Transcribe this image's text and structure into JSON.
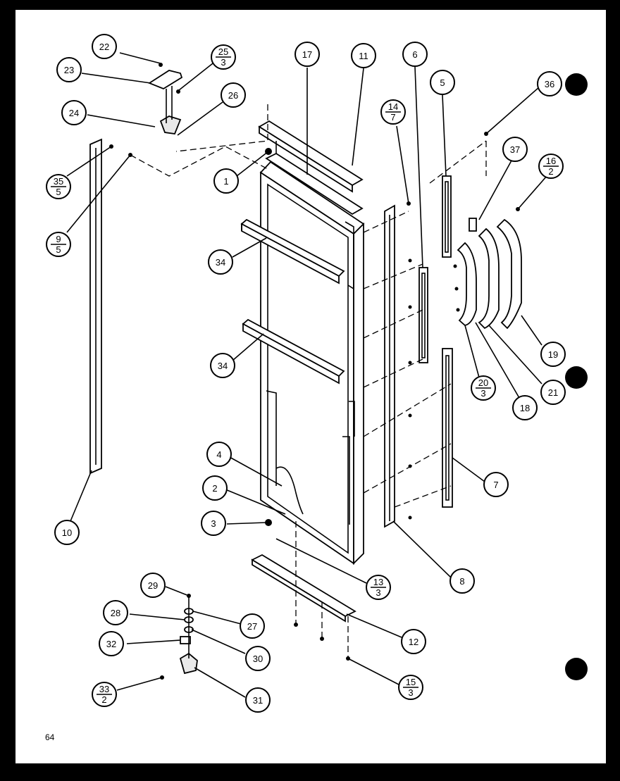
{
  "page_number": "64",
  "callouts": [
    {
      "id": "22",
      "label": "22"
    },
    {
      "id": "23",
      "label": "23"
    },
    {
      "id": "25",
      "top": "25",
      "bottom": "3"
    },
    {
      "id": "24",
      "label": "24"
    },
    {
      "id": "26",
      "label": "26"
    },
    {
      "id": "17",
      "label": "17"
    },
    {
      "id": "11",
      "label": "11"
    },
    {
      "id": "6",
      "label": "6"
    },
    {
      "id": "5",
      "label": "5"
    },
    {
      "id": "36",
      "label": "36"
    },
    {
      "id": "14",
      "top": "14",
      "bottom": "7"
    },
    {
      "id": "37",
      "label": "37"
    },
    {
      "id": "16",
      "top": "16",
      "bottom": "2"
    },
    {
      "id": "35",
      "top": "35",
      "bottom": "5"
    },
    {
      "id": "1",
      "label": "1"
    },
    {
      "id": "9",
      "top": "9",
      "bottom": "5"
    },
    {
      "id": "34a",
      "label": "34"
    },
    {
      "id": "34b",
      "label": "34"
    },
    {
      "id": "19",
      "label": "19"
    },
    {
      "id": "20",
      "top": "20",
      "bottom": "3"
    },
    {
      "id": "21",
      "label": "21"
    },
    {
      "id": "18",
      "label": "18"
    },
    {
      "id": "4",
      "label": "4"
    },
    {
      "id": "7",
      "label": "7"
    },
    {
      "id": "2",
      "label": "2"
    },
    {
      "id": "3",
      "label": "3"
    },
    {
      "id": "10",
      "label": "10"
    },
    {
      "id": "8",
      "label": "8"
    },
    {
      "id": "13",
      "top": "13",
      "bottom": "3"
    },
    {
      "id": "29",
      "label": "29"
    },
    {
      "id": "28",
      "label": "28"
    },
    {
      "id": "27",
      "label": "27"
    },
    {
      "id": "32",
      "label": "32"
    },
    {
      "id": "30",
      "label": "30"
    },
    {
      "id": "12",
      "label": "12"
    },
    {
      "id": "33",
      "top": "33",
      "bottom": "2"
    },
    {
      "id": "31",
      "label": "31"
    },
    {
      "id": "15",
      "top": "15",
      "bottom": "3"
    }
  ]
}
